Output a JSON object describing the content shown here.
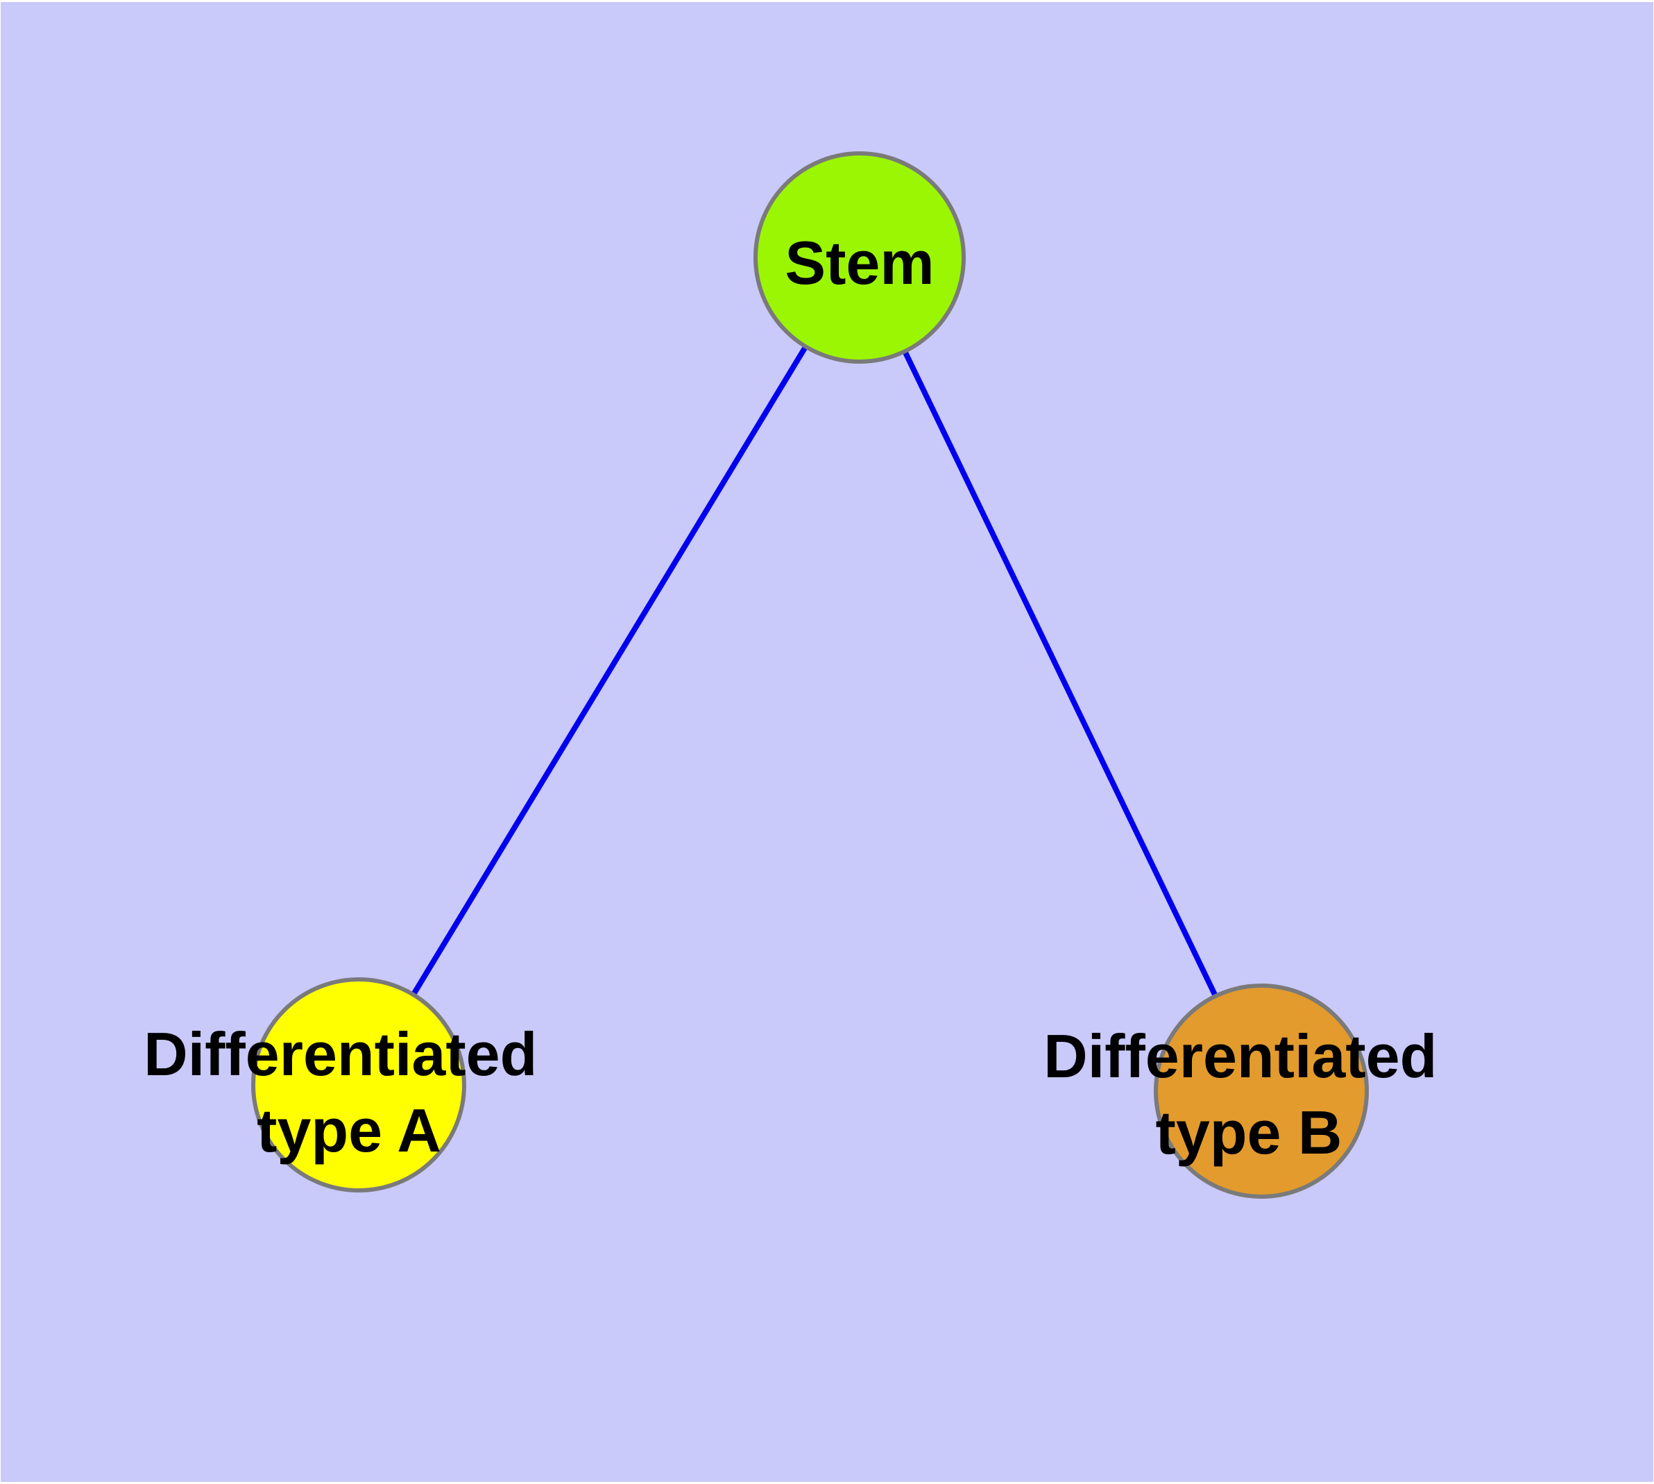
{
  "canvas": {
    "background_color": "#c9c9fa",
    "page_edge_color": "#ffffff"
  },
  "style": {
    "node_border_color": "#7a7a7a",
    "node_border_width": 6,
    "edge_color": "#0000ee",
    "edge_width": 8,
    "label_color": "#000000",
    "label_font_size": 88
  },
  "graph": {
    "nodes": [
      {
        "id": "stem",
        "label": "Stem",
        "fill": "#9bf603"
      },
      {
        "id": "differentiated-type-a",
        "label": "Differentiated type A",
        "label_line1": "Differentiated",
        "label_line2": "type A",
        "fill": "#ffff00"
      },
      {
        "id": "differentiated-type-b",
        "label": "Differentiated type B",
        "label_line1": "Differentiated",
        "label_line2": "type B",
        "fill": "#e39b2d"
      }
    ],
    "edges": [
      {
        "from": "Stem",
        "to": "Differentiated type A"
      },
      {
        "from": "Stem",
        "to": "Differentiated type B"
      }
    ]
  }
}
